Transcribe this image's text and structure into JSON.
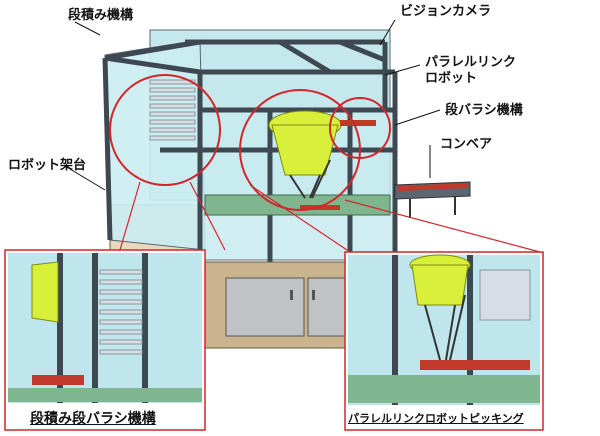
{
  "labels": {
    "stacking_mechanism": "段積み機構",
    "vision_camera": "ビジョンカメラ",
    "parallel_link_robot_line1": "パラレルリンク",
    "parallel_link_robot_line2": "ロボット",
    "unstacking_mechanism": "段バラシ機構",
    "conveyor": "コンベア",
    "robot_frame": "ロボット架台"
  },
  "insets": {
    "left_caption": "段積み段バラシ機構",
    "right_caption": "パラレルリンクロボットピッキング"
  },
  "colors": {
    "glass": "#bfe6ec",
    "frame": "#4a5560",
    "frame_light": "#8a96a0",
    "robot_yellow": "#d9f03a",
    "base_tan": "#c9b48e",
    "base_grey": "#b9bcbe",
    "tray_red": "#c0392b",
    "callout_red": "#d2262b",
    "floor_green": "#7fb58f"
  }
}
